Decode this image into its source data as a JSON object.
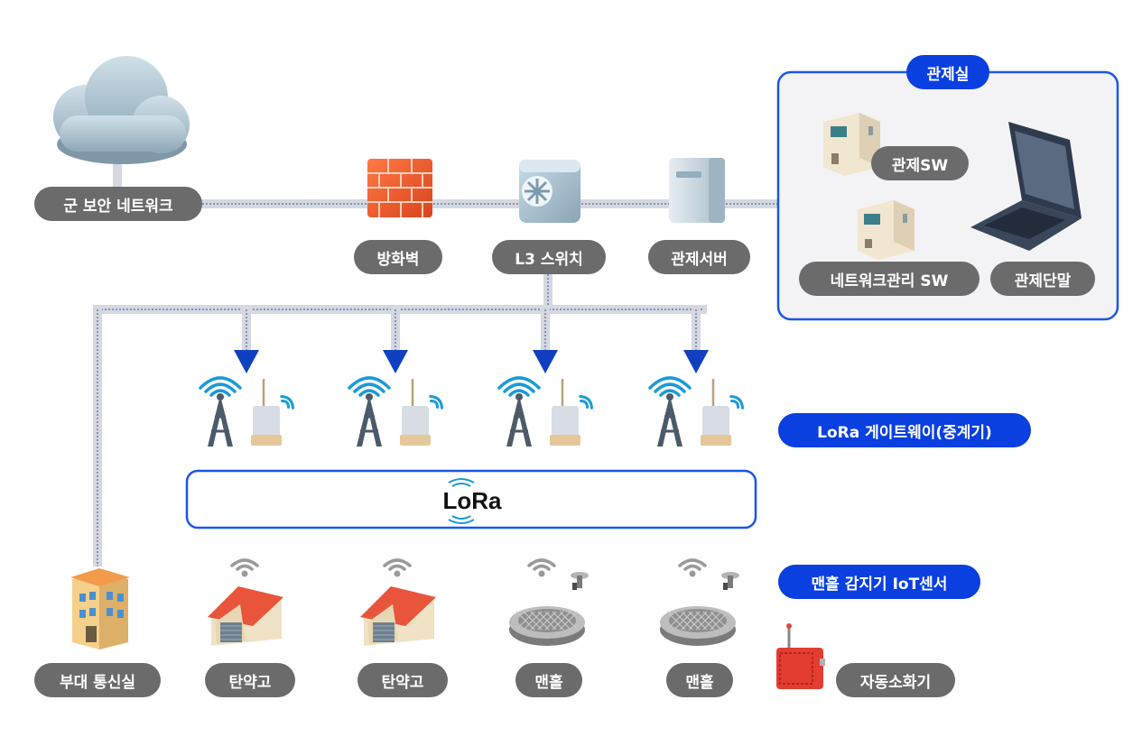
{
  "labels": {
    "military_network": "군 보안 네트워크",
    "firewall": "방화벽",
    "l3_switch": "L3 스위치",
    "control_server": "관제서버",
    "control_room": "관제실",
    "control_sw": "관제SW",
    "network_mgmt_sw": "네트워크관리 SW",
    "control_terminal": "관제단말",
    "lora_gateway": "LoRa 게이트웨이(중계기)",
    "lora": "LoRa",
    "manhole_sensor": "맨홀 감지기 IoT센서",
    "unit_comm_room": "부대 통신실",
    "ammo_depot_1": "탄약고",
    "ammo_depot_2": "탄약고",
    "manhole_1": "맨홀",
    "manhole_2": "맨홀",
    "auto_extinguisher": "자동소화기"
  },
  "colors": {
    "accent_blue": "#1a56e8",
    "label_gray": "#6b6b6b",
    "arrow_blue": "#1040c0",
    "line_gray": "#d5d8de"
  }
}
